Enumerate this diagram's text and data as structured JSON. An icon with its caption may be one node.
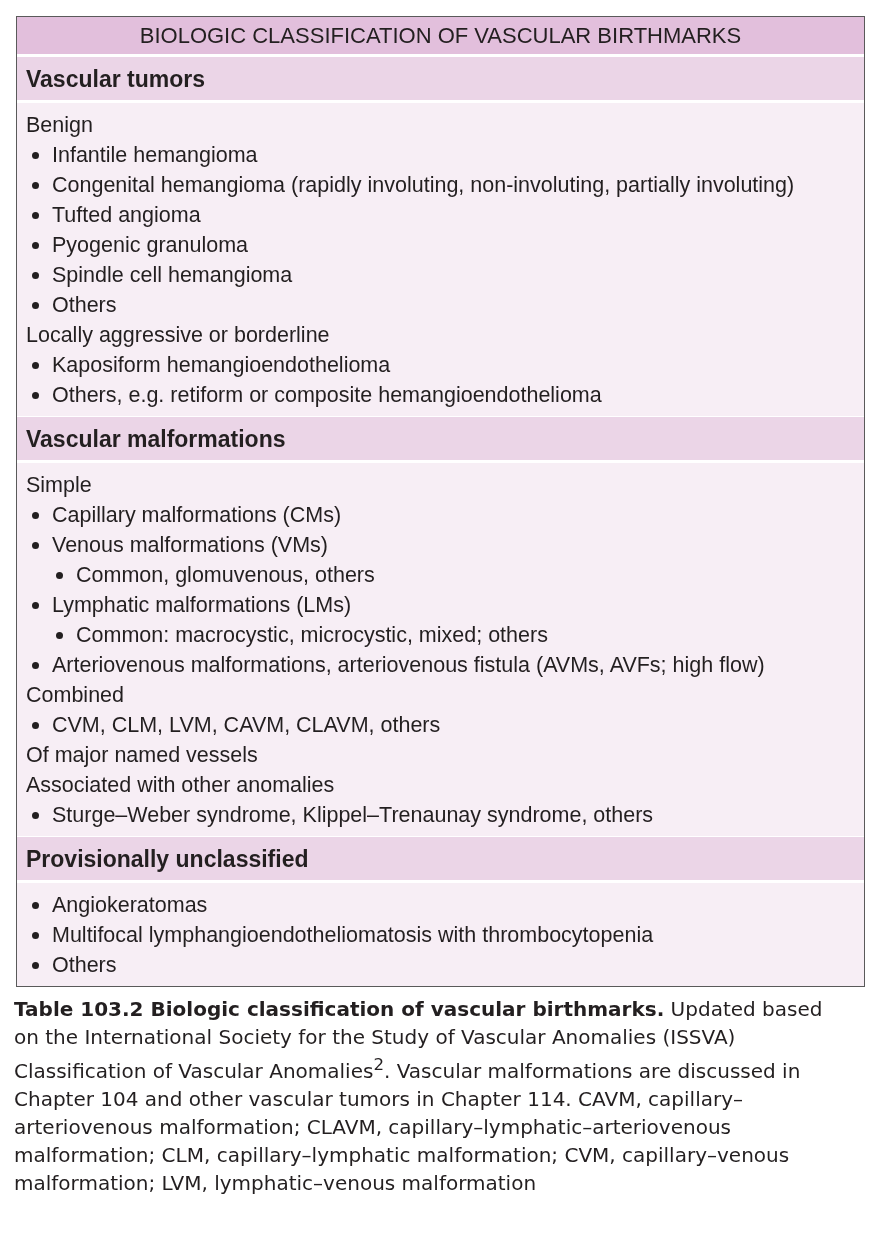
{
  "diagram": {
    "title": "BIOLOGIC CLASSIFICATION OF VASCULAR BIRTHMARKS",
    "caption": "**Table 103.2 Biologic classification of vascular birthmarks.** Updated based on the International Society for the Study of Vascular Anomalies (ISSVA) Classification of Vascular Anomalies$^{2}$. Vascular malformations are discussed in Chapter 104 and other vascular tumors in Chapter 114. CAVM, capillary–arteriovenous malformation; CLAVM, capillary–lymphatic–arteriovenous malformation; CLM, capillary–lymphatic malformation; CVM, capillary–venous malformation; LVM, lymphatic–venous malformation",
    "nodes": [
      {
        "text": [
          "Vascular tumors",
          "Benign",
          "Infantile hemangioma",
          "Congenital hemangioma (rapidly involuting, non-involuting, partially involuting)",
          "Tufted angioma",
          "Pyogenic granuloma",
          "Spindle cell hemangioma",
          "Others",
          "Locally aggressive or borderline",
          "Kaposiform hemangioendothelioma",
          "Others, e.g. retiform or composite hemangioendothelioma"
        ]
      },
      {
        "text": [
          "Vascular malformations",
          "Simple",
          "Capillary malformations (CMs)",
          "Venous malformations (VMs)",
          "Common, glomuvenous, others",
          "Lymphatic malformations (LMs)",
          "Common: macrocystic, microcystic, mixed; others",
          "Arteriovenous malformations, arteriovenous fistula (AVMs, AVFs; high flow)",
          "Combined",
          "CVM, CLM, LVM, CAVM, CLAVM, others",
          "Of major named vessels",
          "Associated with other anomalies",
          "Sturge–Weber syndrome, Klippel–Trenaunay syndrome, others"
        ]
      },
      {
        "text": [
          "Provisionally unclassified",
          "Angiokeratomas",
          "Multifocal lymphangioendotheliomatosis with thrombocytopenia",
          "Others"
        ]
      }
    ]
  }
}
